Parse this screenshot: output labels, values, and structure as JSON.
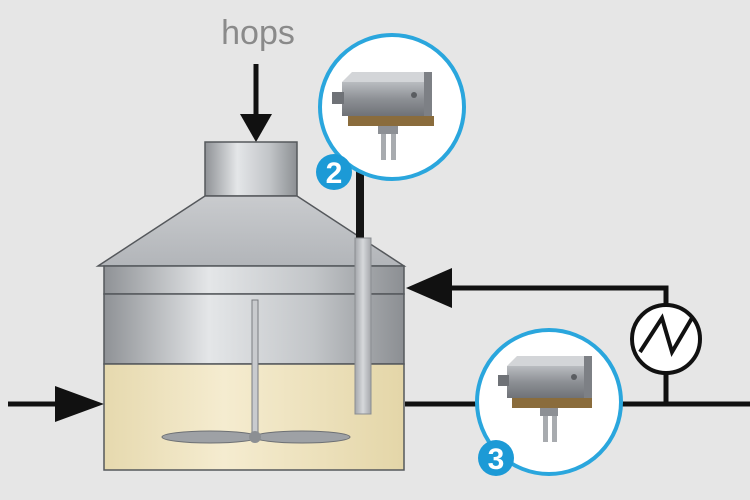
{
  "labels": {
    "hops": "hops",
    "sensor_top_number": "2",
    "sensor_bottom_number": "3"
  },
  "colors": {
    "background": "#e6e6e6",
    "line": "#111111",
    "callout_ring": "#2aa6dd",
    "badge": "#1c9ad6",
    "liquid": "#f1e6c2",
    "steel": "#b9bcc0",
    "label_gray": "#8a8a8a"
  },
  "icons": {
    "sensor": "level-sensor-icon",
    "heat_exchanger": "heat-exchanger-icon",
    "flow_arrow": "arrow-icon"
  }
}
